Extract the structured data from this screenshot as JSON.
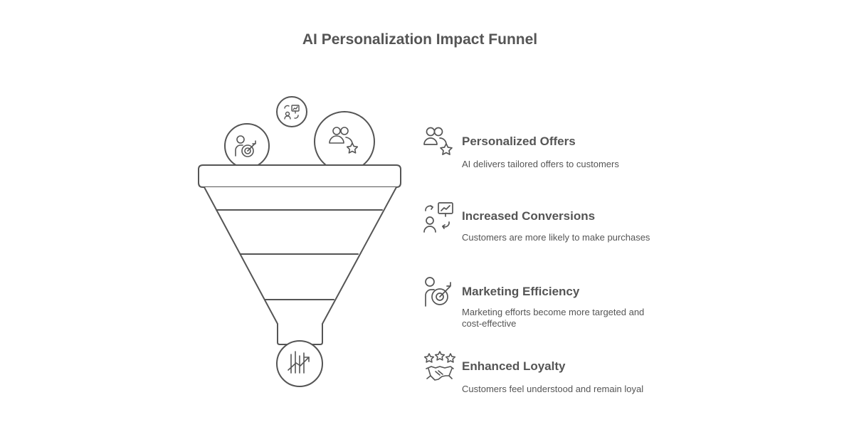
{
  "title": "AI Personalization Impact Funnel",
  "colors": {
    "stroke": "#555555",
    "background": "#ffffff",
    "text": "#555555"
  },
  "funnel_icons": [
    "target-person-icon",
    "person-chart-icon",
    "users-star-icon",
    "growth-chart-icon"
  ],
  "items": [
    {
      "icon": "users-star-icon",
      "title": "Personalized Offers",
      "description": "AI delivers tailored offers to customers"
    },
    {
      "icon": "person-chart-icon",
      "title": "Increased Conversions",
      "description": "Customers are more likely to make purchases"
    },
    {
      "icon": "target-person-icon",
      "title": "Marketing Efficiency",
      "description": "Marketing efforts become more targeted and cost-effective"
    },
    {
      "icon": "stars-handshake-icon",
      "title": "Enhanced Loyalty",
      "description": "Customers feel understood and remain loyal"
    }
  ]
}
